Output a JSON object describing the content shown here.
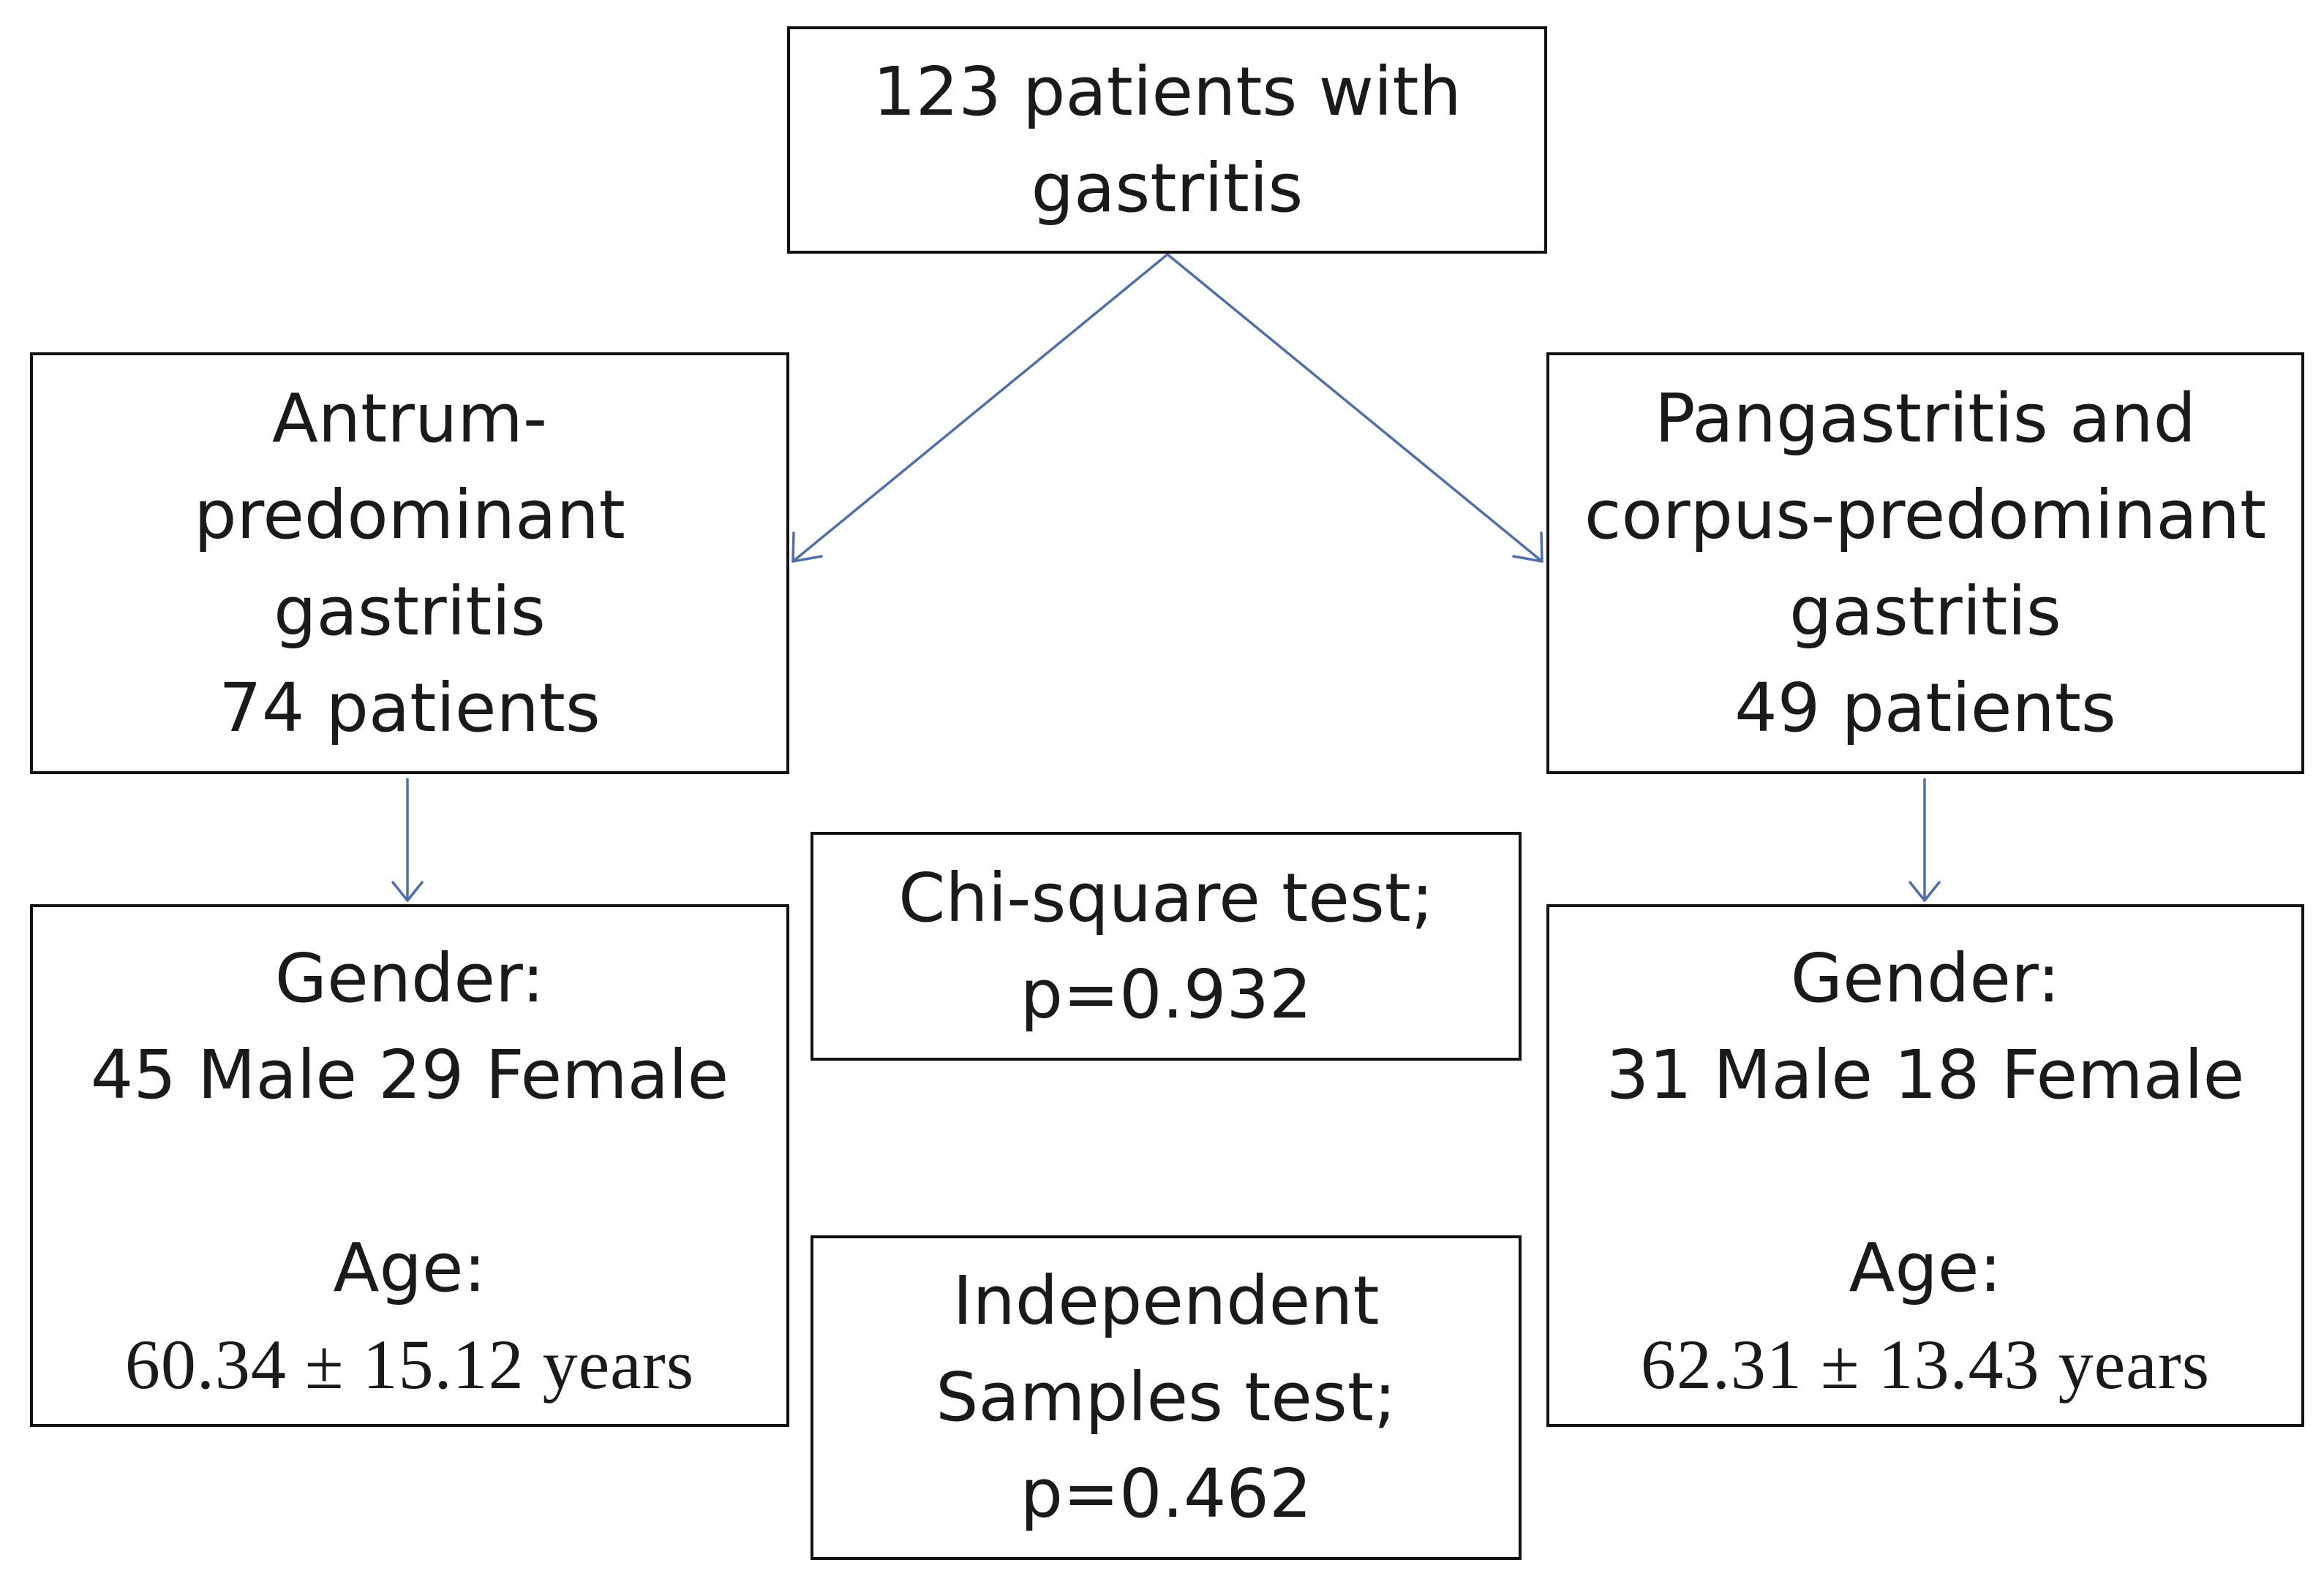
{
  "root": {
    "lines": [
      "123 patients with",
      "gastritis"
    ]
  },
  "groups": {
    "left": {
      "lines": [
        "Antrum-",
        "predominant",
        "gastritis",
        "74 patients"
      ],
      "gender_label": "Gender:",
      "gender_value": "45 Male  29 Female",
      "age_label": "Age:",
      "age_value": "60.34 ± 15.12 years"
    },
    "right": {
      "lines": [
        "Pangastritis and",
        "corpus-predominant",
        "gastritis",
        "49 patients"
      ],
      "gender_label": "Gender:",
      "gender_value": "31 Male  18 Female",
      "age_label": "Age:",
      "age_value": "62.31 ± 13.43 years"
    }
  },
  "tests": {
    "chi_square": {
      "lines": [
        "Chi-square test;",
        "p=0.932"
      ]
    },
    "independent_samples": {
      "lines": [
        "Independent",
        "Samples test;",
        "p=0.462"
      ]
    }
  },
  "colors": {
    "arrow": "#4f6fa8",
    "border": "#111111",
    "text": "#1a1a1a",
    "background": "#ffffff"
  }
}
